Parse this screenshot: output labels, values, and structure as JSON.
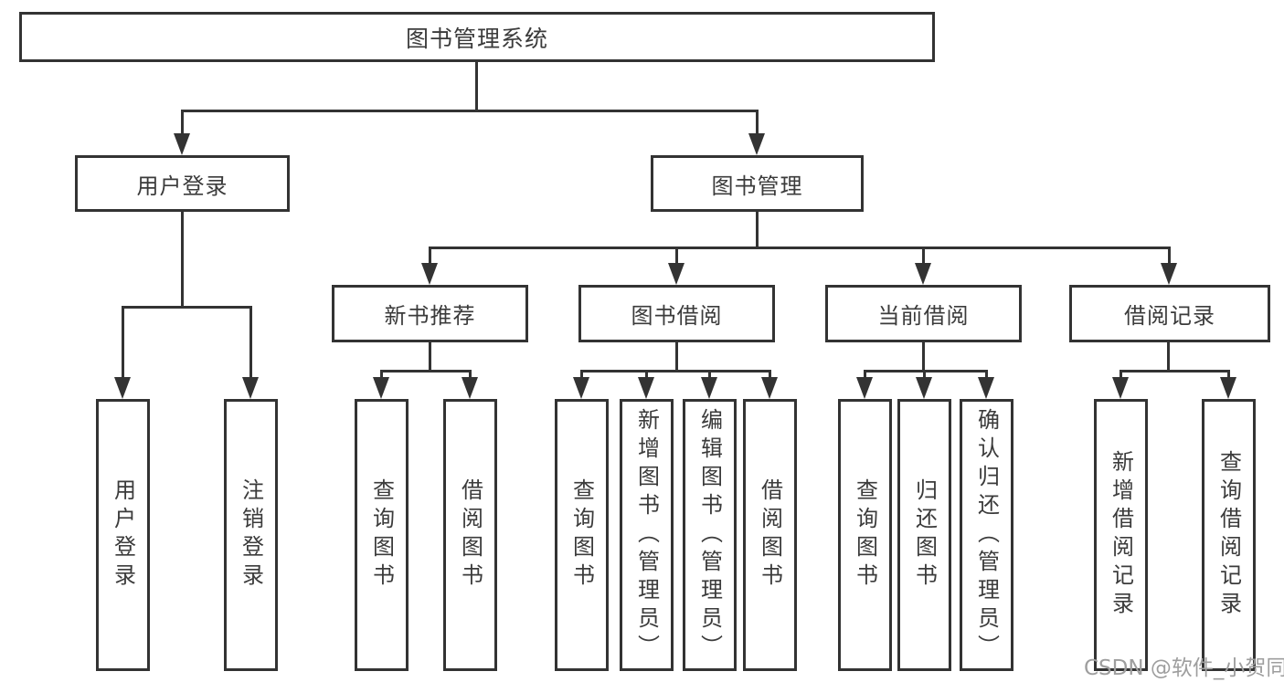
{
  "tree": {
    "label": "图书管理系统",
    "children": [
      {
        "label": "用户登录",
        "children": [
          {
            "label": "用户登录"
          },
          {
            "label": "注销登录"
          }
        ]
      },
      {
        "label": "图书管理",
        "children": [
          {
            "label": "新书推荐",
            "children": [
              {
                "label": "查询图书"
              },
              {
                "label": "借阅图书"
              }
            ]
          },
          {
            "label": "图书借阅",
            "children": [
              {
                "label": "查询图书"
              },
              {
                "label": "新增图书（管理员）"
              },
              {
                "label": "编辑图书（管理员）"
              },
              {
                "label": "借阅图书"
              }
            ]
          },
          {
            "label": "当前借阅",
            "children": [
              {
                "label": "查询图书"
              },
              {
                "label": "归还图书"
              },
              {
                "label": "确认归还（管理员）"
              }
            ]
          },
          {
            "label": "借阅记录",
            "children": [
              {
                "label": "新增借阅记录"
              },
              {
                "label": "查询借阅记录"
              }
            ]
          }
        ]
      }
    ]
  },
  "watermark": "CSDN @软件_小贺同学",
  "colors": {
    "line": "#333333",
    "text": "#3b3b3b",
    "box_fill": "#ffffff",
    "background": "#ffffff",
    "watermark": "#9e9e9e"
  }
}
